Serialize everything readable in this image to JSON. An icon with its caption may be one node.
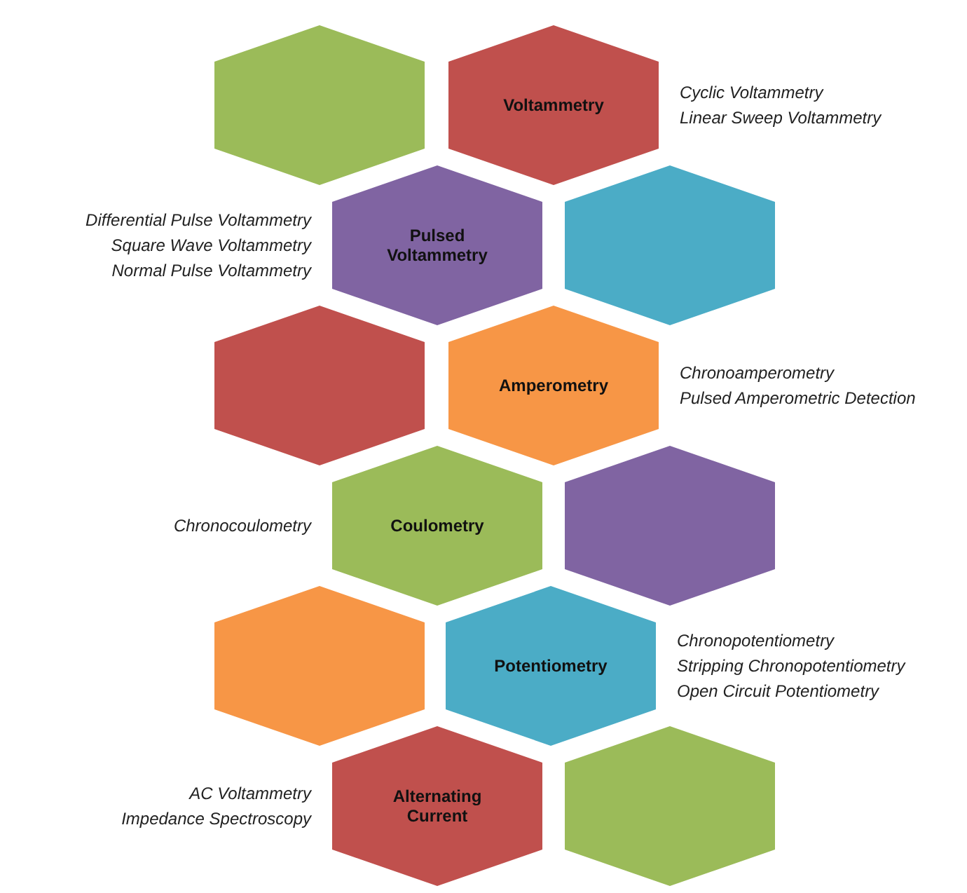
{
  "diagram": {
    "nodes": [
      {
        "text": [],
        "shape": "hexagon"
      },
      {
        "text": [
          "Voltammetry"
        ],
        "beside": [
          "Cyclic Voltammetry",
          "Linear Sweep Voltammetry"
        ]
      },
      {
        "text": [
          "Pulsed Voltammetry"
        ],
        "beside": [
          "Differential Pulse Voltammetry",
          "Square Wave Voltammetry",
          "Normal Pulse Voltammetry"
        ]
      },
      {
        "text": [],
        "shape": "hexagon"
      },
      {
        "text": [],
        "shape": "hexagon"
      },
      {
        "text": [
          "Amperometry"
        ],
        "beside": [
          "Chronoamperometry",
          "Pulsed Amperometric Detection"
        ]
      },
      {
        "text": [
          "Coulometry"
        ],
        "beside": [
          "Chronocoulometry"
        ]
      },
      {
        "text": [],
        "shape": "hexagon"
      },
      {
        "text": [],
        "shape": "hexagon"
      },
      {
        "text": [
          "Potentiometry"
        ],
        "beside": [
          "Chronopotentiometry",
          "Stripping Chronopotentiometry",
          "Open Circuit Potentiometry"
        ]
      },
      {
        "text": [
          "Alternating Current"
        ],
        "beside": [
          "AC Voltammetry",
          "Impedance Spectroscopy"
        ]
      },
      {
        "text": [],
        "shape": "hexagon"
      }
    ]
  }
}
